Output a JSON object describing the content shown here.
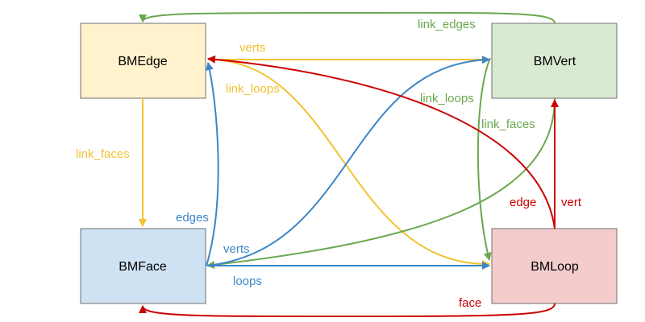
{
  "colors": {
    "yellow": "#f1c232",
    "blue": "#3d85c6",
    "green": "#6aa84f",
    "red": "#cc0000",
    "box_stroke": "#6f6f6f",
    "edge_fill": "#fff2cc",
    "vert_fill": "#d9ead3",
    "face_fill": "#cfe2f3",
    "loop_fill": "#f4cccc"
  },
  "nodes": {
    "edge": {
      "label": "BMEdge"
    },
    "vert": {
      "label": "BMVert"
    },
    "face": {
      "label": "BMFace"
    },
    "loop": {
      "label": "BMLoop"
    }
  },
  "links": {
    "edge_verts": {
      "label": "verts",
      "color": "yellow"
    },
    "edge_link_loops": {
      "label": "link_loops",
      "color": "yellow"
    },
    "edge_link_faces": {
      "label": "link_faces",
      "color": "yellow"
    },
    "vert_link_edges": {
      "label": "link_edges",
      "color": "green"
    },
    "vert_link_loops": {
      "label": "link_loops",
      "color": "green"
    },
    "vert_link_faces": {
      "label": "link_faces",
      "color": "green"
    },
    "face_edges": {
      "label": "edges",
      "color": "blue"
    },
    "face_verts": {
      "label": "verts",
      "color": "blue"
    },
    "face_loops": {
      "label": "loops",
      "color": "blue"
    },
    "loop_edge": {
      "label": "edge",
      "color": "red"
    },
    "loop_vert": {
      "label": "vert",
      "color": "red"
    },
    "loop_face": {
      "label": "face",
      "color": "red"
    }
  }
}
